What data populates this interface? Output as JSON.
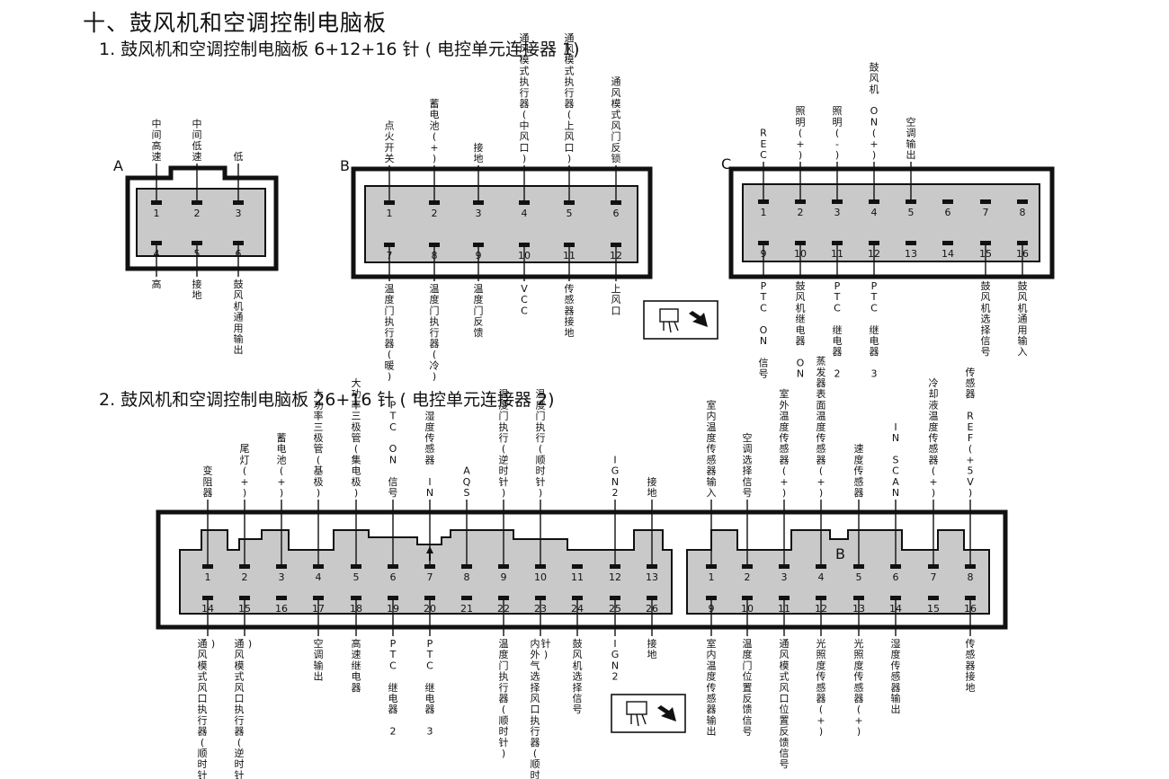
{
  "titles": {
    "main": "十、鼓风机和空调控制电脑板",
    "sub1": "1. 鼓风机和空调控制电脑板 6+12+16 针 ( 电控单元连接器 1)",
    "sub2": "2. 鼓风机和空调控制电脑板 26+16 针 ( 电控单元连接器 2)"
  },
  "connectors": [
    {
      "id": "A",
      "tag": "A",
      "pins_top": [
        "1",
        "2",
        "3"
      ],
      "pins_bottom": [
        "4",
        "5",
        "6"
      ],
      "labels_top": [
        "中间高速",
        "中间低速",
        "低"
      ],
      "labels_bottom": [
        "高",
        "接地",
        "鼓风机通用输出"
      ]
    },
    {
      "id": "B",
      "tag": "B",
      "pins_top": [
        "1",
        "2",
        "3",
        "4",
        "5",
        "6"
      ],
      "pins_bottom": [
        "7",
        "8",
        "9",
        "10",
        "11",
        "12"
      ],
      "labels_top": [
        "点火开关",
        "蓄电池(+)",
        "接地",
        "通风模式执行器(中风口)",
        "通风模式执行器(上风口)",
        "通风模式风门反锁"
      ],
      "labels_bottom": [
        "温度门执行器(暖)",
        "温度门执行器(冷)",
        "温度门反馈",
        "VCC",
        "传感器接地",
        "上风口"
      ]
    },
    {
      "id": "C",
      "tag": "C",
      "pins_top": [
        "1",
        "2",
        "3",
        "4",
        "5",
        "6",
        "7",
        "8"
      ],
      "pins_bottom": [
        "9",
        "10",
        "11",
        "12",
        "13",
        "14",
        "15",
        "16"
      ],
      "labels_top": [
        "REC",
        "照明(+)",
        "照明(-)",
        "鼓风机 ON(+)",
        "空调输出",
        "",
        "",
        ""
      ],
      "labels_bottom": [
        "PTC ON 信号",
        "鼓风机继电器 ON",
        "PTC 继电器 2",
        "PTC 继电器 3",
        "",
        "",
        "鼓风机选择信号",
        "鼓风机通用输入"
      ]
    },
    {
      "id": "D",
      "pins_top": [
        "1",
        "2",
        "3",
        "4",
        "5",
        "6",
        "7",
        "8",
        "9",
        "10",
        "11",
        "12",
        "13"
      ],
      "pins_bottom": [
        "14",
        "15",
        "16",
        "17",
        "18",
        "19",
        "20",
        "21",
        "22",
        "23",
        "24",
        "25",
        "26"
      ],
      "labels_top": [
        "变阻器",
        "尾灯(+)",
        "蓄电池(+)",
        "大功率三极管(基极)",
        "大功率三极管(集电极)",
        "PTC ON 信号",
        "湿度传感器 IN",
        "AQS",
        "温度门执行(逆时针)",
        "温度门执行(顺时针)",
        "",
        "IGN2",
        "接地"
      ],
      "labels_bottom": [
        "通风模式风口执行器(顺时针)",
        "通风模式风口执行器(逆时针)",
        "",
        "空调输出",
        "高速继电器",
        "PTC 继电器 2",
        "PTC 继电器 3",
        "",
        "温度门执行器(顺时针)",
        "内外气选择风口执行器(顺时针)",
        "鼓风机选择信号",
        "IGN2",
        "接地"
      ]
    },
    {
      "id": "E",
      "tag": "B",
      "pins_top": [
        "1",
        "2",
        "3",
        "4",
        "5",
        "6",
        "7",
        "8"
      ],
      "pins_bottom": [
        "9",
        "10",
        "11",
        "12",
        "13",
        "14",
        "15",
        "16"
      ],
      "labels_top": [
        "室内温度传感器输入",
        "空调选择信号",
        "室外温度传感器(+)",
        "蒸发器表面温度传感器(+)",
        "速度传感器",
        "IN SCAN",
        "冷却液温度传感器(+)",
        "传感器 REF(+5V)"
      ],
      "labels_bottom": [
        "室内温度传感器输出",
        "温度门位置反馈信号",
        "通风模式风口位置反馈信号",
        "光照度传感器(+)",
        "光照度传感器(+)",
        "湿度传感器输出",
        "",
        "传感器接地"
      ]
    }
  ]
}
